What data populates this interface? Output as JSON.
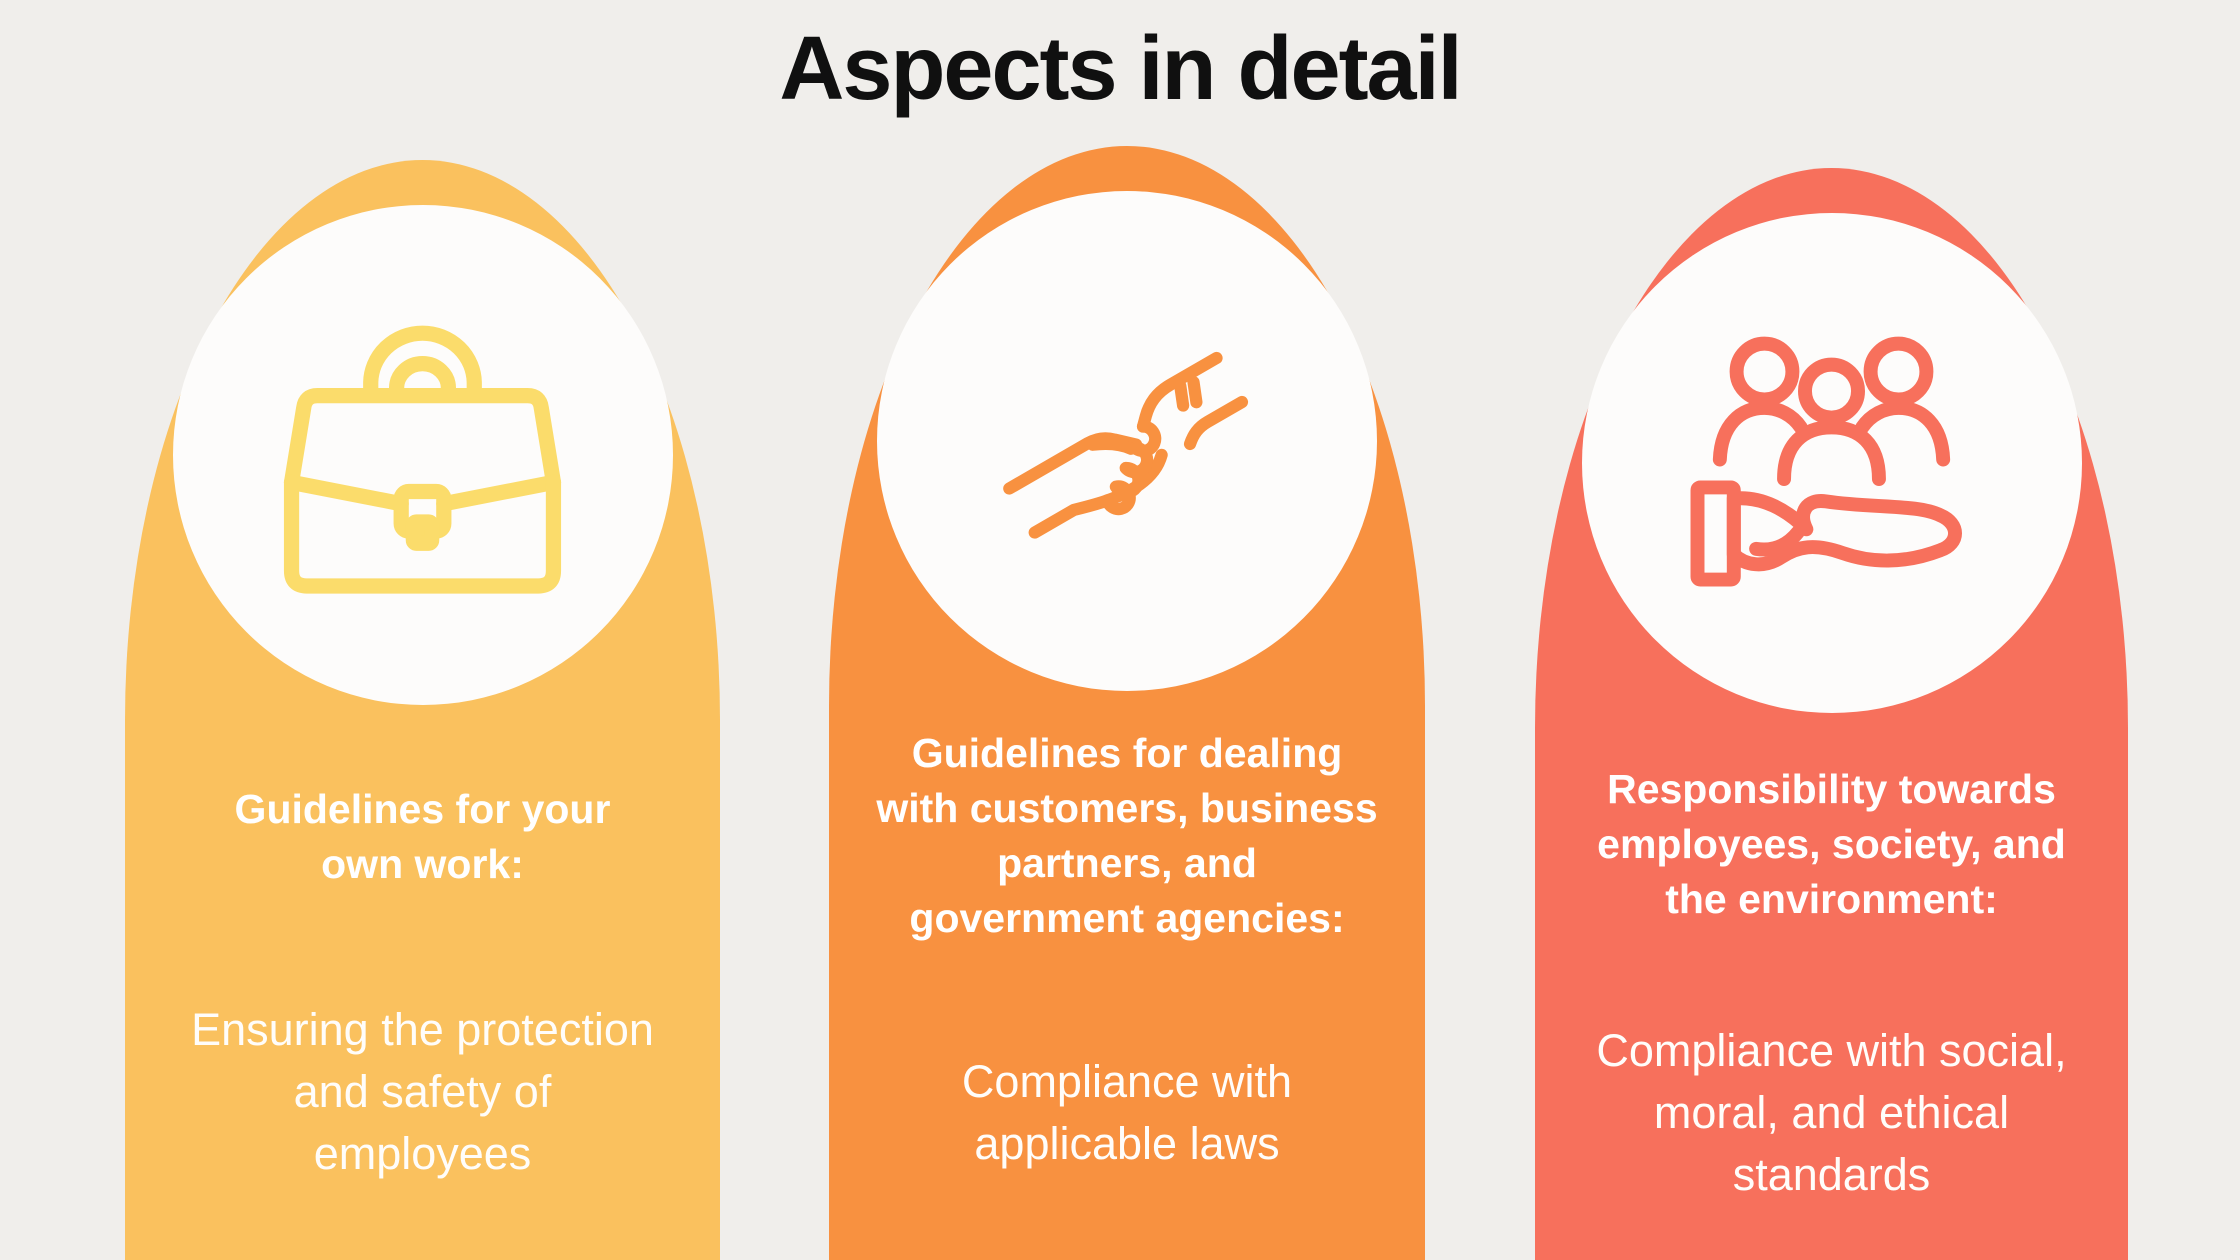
{
  "title": "Aspects in detail",
  "colors": {
    "background": "#F0EEEB",
    "title_text": "#101010",
    "card_text": "#FFFFFF",
    "circle_fill": "#FDFCFB",
    "card1": "#FAC15E",
    "card2": "#F89140",
    "card3": "#F7705C",
    "card1_icon_stroke": "#FBDC6B",
    "card2_icon_stroke": "#F89140",
    "card3_icon_stroke": "#F7705C"
  },
  "cards": [
    {
      "icon": "briefcase-icon",
      "heading": "Guidelines for your\nown work:",
      "body": "Ensuring the protection\nand safety of\nemployees"
    },
    {
      "icon": "handshake-icon",
      "heading": "Guidelines for dealing\nwith customers, business\npartners, and\ngovernment agencies:",
      "body": "Compliance with\napplicable laws"
    },
    {
      "icon": "people-in-hand-icon",
      "heading": "Responsibility towards\nemployees, society, and\nthe environment:",
      "body": "Compliance with social,\nmoral, and ethical\nstandards"
    }
  ]
}
